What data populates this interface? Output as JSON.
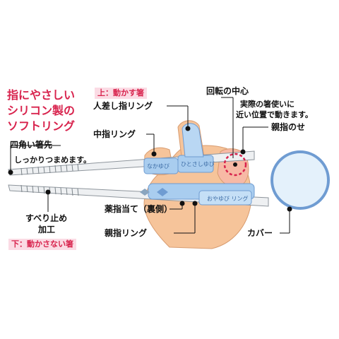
{
  "title": {
    "line1": "指にやさしい",
    "line2": "シリコン製の",
    "line3": "ソフトリング"
  },
  "labels": {
    "upper_tag": "上：動かす箸",
    "lower_tag": "下：動かさない箸",
    "index_ring": "人差し指リング",
    "middle_ring": "中指リング",
    "square_tip": "四角い箸先",
    "square_tip_note": "しっかりつまめます。",
    "nonslip_line1": "すべり止め",
    "nonslip_line2": "加工",
    "ring_finger_rest": "薬指当て（裏側）",
    "thumb_ring": "親指リング",
    "rotation_center": "回転の中心",
    "rotation_note_line1": "実際の箸使いに",
    "rotation_note_line2": "近い位置で動きます。",
    "thumb_rest": "親指のせ",
    "cover": "カバー"
  },
  "ring_text": {
    "middle": "なかゆび",
    "index": "ひとさしゆび",
    "ring": "おやゆび リング"
  },
  "colors": {
    "accent_red": "#d8234d",
    "tag_pink": "#fbdbe4",
    "ring_blue": "#a9cdef",
    "ring_border": "#6f9cd2",
    "skin": "#f6c49a",
    "chopstick_gray": "#cfd3d8"
  }
}
